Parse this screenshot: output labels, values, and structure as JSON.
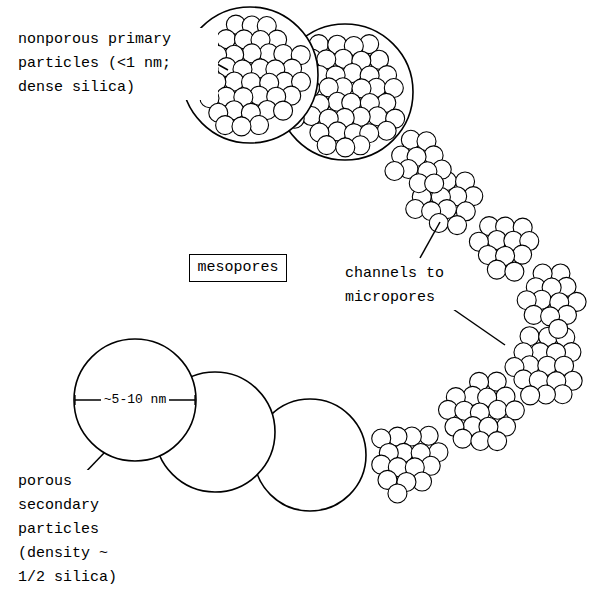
{
  "diagram": {
    "nodes": [
      {
        "text": [
          "mesopores"
        ]
      },
      {
        "text": [
          "~5-10 nm"
        ]
      }
    ],
    "labels": [
      "nonporous primary particles (<1 nm; dense silica)",
      "channels to micropores",
      "porous secondary particles (density ~ 1/2 silica)"
    ]
  }
}
